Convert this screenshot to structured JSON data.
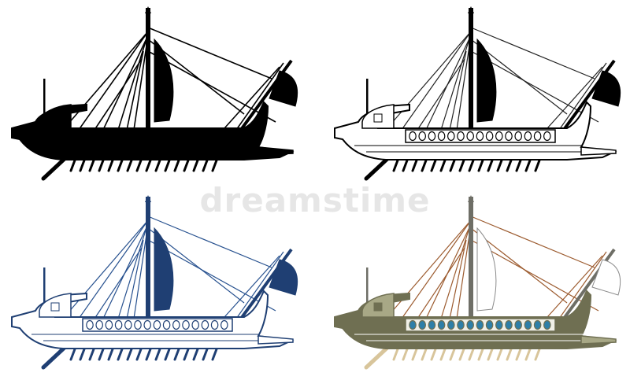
{
  "watermark": {
    "text": "dreamstime"
  },
  "variants": [
    {
      "id": "silhouette",
      "style": "silhouette",
      "colors": {
        "hull": "#000000",
        "sail": "#000000",
        "line": "#000000",
        "mast": "#000000"
      }
    },
    {
      "id": "line-art-bw",
      "style": "line",
      "colors": {
        "hull": "#000000",
        "sail": "#000000",
        "line": "#222222",
        "mast": "#000000",
        "accent": "#ffffff"
      }
    },
    {
      "id": "line-art-blue",
      "style": "line",
      "colors": {
        "hull": "#1f3f73",
        "sail": "#1f3f73",
        "line": "#27518f",
        "mast": "#1f3f73",
        "accent": "#ffffff"
      }
    },
    {
      "id": "color",
      "style": "color",
      "colors": {
        "hull": "#6f6f52",
        "hull_light": "#a8a886",
        "sail": "#ffffff",
        "line": "#9c5b2f",
        "mast": "#6e6e66",
        "shield": "#2e7fa8",
        "oar": "#d8c59b"
      }
    }
  ]
}
